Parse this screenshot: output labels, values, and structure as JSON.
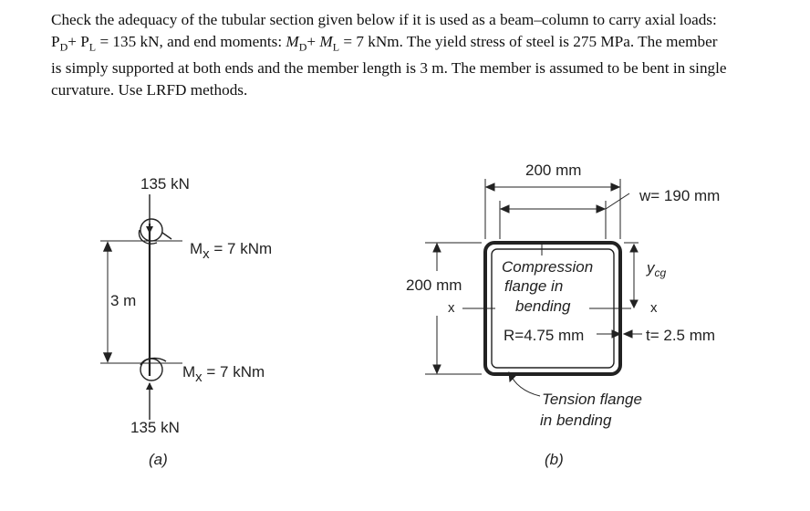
{
  "problem": {
    "line1": "Check the adequacy of the tubular section given below if it is used as a beam–column to carry axial loads:",
    "line2_pre": "P",
    "line2_sub1": "D",
    "line2_mid1": "+ P",
    "line2_sub2": "L",
    "line2_mid2": " = 135 kN, and end moments: ",
    "line2_m1": "M",
    "line2_sub3": "D",
    "line2_mid3": "+ ",
    "line2_m2": "M",
    "line2_sub4": "L",
    "line2_post": " = 7 kNm. The yield stress of steel is 275 MPa. The member",
    "line3": "is simply supported at both ends and the member length is 3 m. The member is assumed to be bent in single",
    "line4": "curvature. Use LRFD methods."
  },
  "figure_a": {
    "top_load": "135 kN",
    "top_moment_prefix": "M",
    "top_moment_sub": "x",
    "top_moment_value": " = 7 kNm",
    "length": "3 m",
    "bottom_moment_prefix": "M",
    "bottom_moment_sub": "x",
    "bottom_moment_value": " = 7 kNm",
    "bottom_load": "135 kN",
    "caption": "(a)"
  },
  "figure_b": {
    "width_label": "200 mm",
    "inner_width_label": "w= 190 mm",
    "height_label": "200 mm",
    "axis_left": "x",
    "axis_right": "x",
    "compression_line1": "Compression",
    "compression_line2": "flange in",
    "compression_line3": "bending",
    "radius_label": "R=4.75 mm",
    "thickness_label": "t= 2.5 mm",
    "ycg_label": "y",
    "ycg_sub": "cg",
    "tension_line1": "Tension flange",
    "tension_line2": "in bending",
    "caption": "(b)"
  }
}
